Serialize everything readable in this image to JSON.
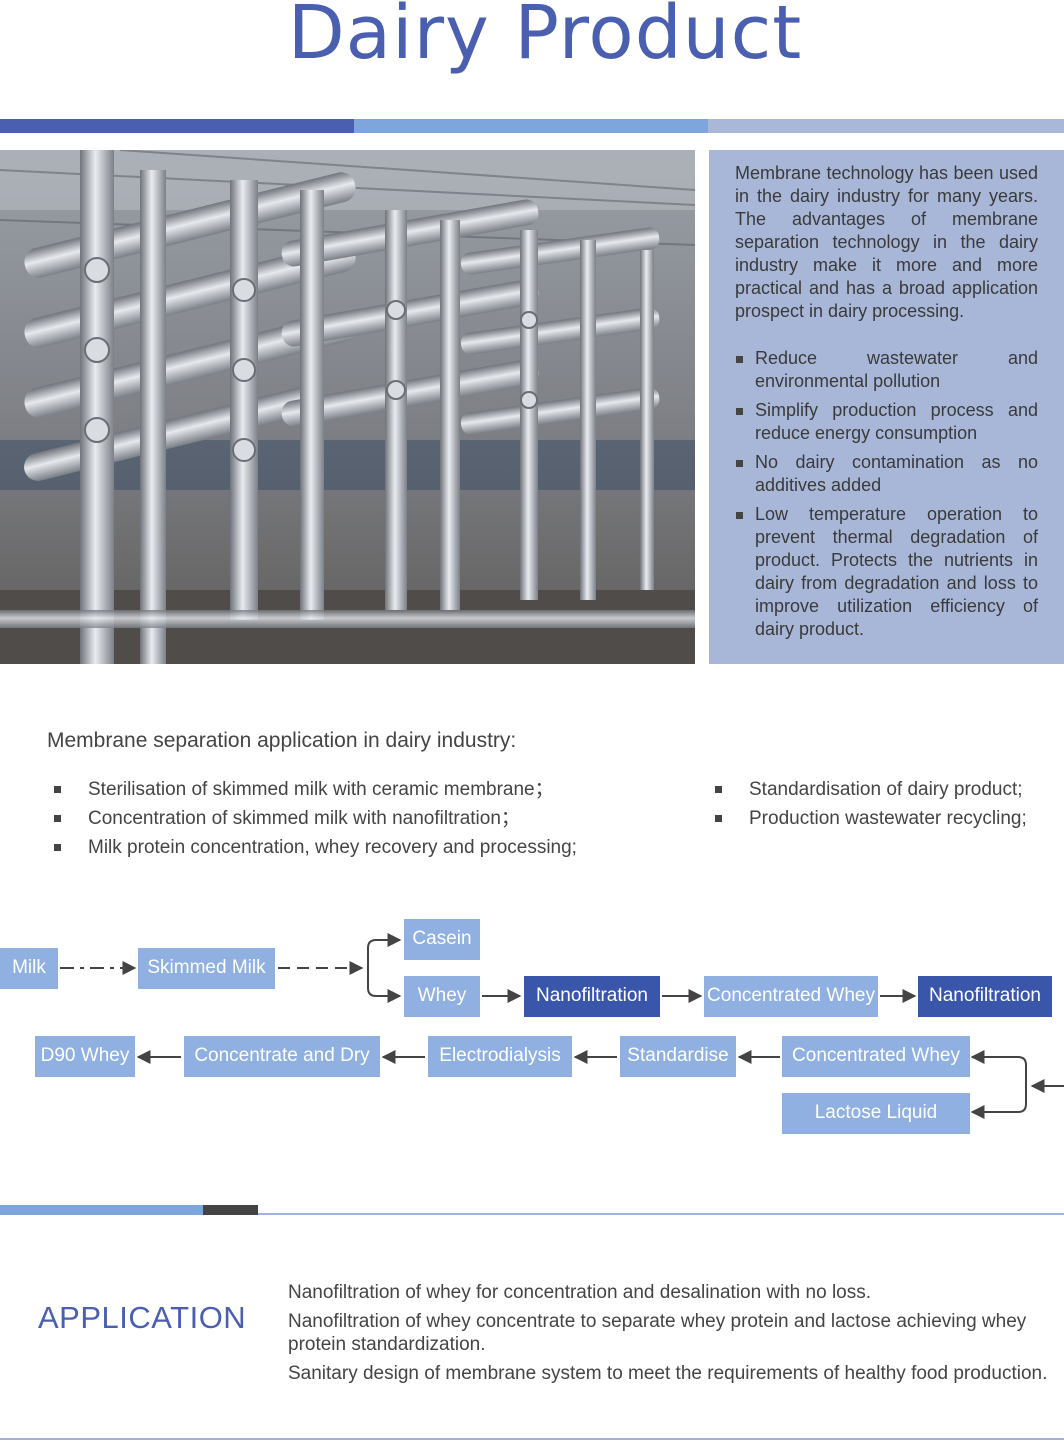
{
  "title": "Dairy Product",
  "colors": {
    "title_blue": "#4a5fb0",
    "bar_dark": "#4a5fb0",
    "bar_mid": "#7fa6dc",
    "bar_light": "#a9b8d8",
    "info_box_bg": "#a8b7d8",
    "flow_box": "#8fb0e0",
    "flow_box_dark": "#3a56aa",
    "divider_dark": "#444444"
  },
  "photo": {
    "icon": "membrane-equipment-photo"
  },
  "info": {
    "intro": "Membrane technology has been used in the dairy industry for many years. The advantages of membrane separation technology in the dairy industry make it more and more practical and has a broad application prospect in dairy processing.",
    "bullets": [
      "Reduce wastewater and environmental pollution",
      "Simplify production process and reduce energy consumption",
      "No dairy contamination as no additives added",
      "Low temperature operation to prevent thermal degradation of product. Protects the nutrients in dairy from degradation and loss to improve utilization efficiency of dairy product."
    ]
  },
  "applications": {
    "heading": "Membrane separation application in dairy industry:",
    "left": [
      "Sterilisation of skimmed milk with ceramic membrane；",
      "Concentration of skimmed milk with nanofiltration；",
      "Milk protein concentration, whey recovery and processing;"
    ],
    "right": [
      "Standardisation of dairy product;",
      "Production wastewater recycling;"
    ]
  },
  "flow": {
    "milk": "Milk",
    "skimmed_milk": "Skimmed Milk",
    "casein": "Casein",
    "whey": "Whey",
    "nanofiltration_1": "Nanofiltration",
    "concentrated_whey_1": "Concentrated Whey",
    "nanofiltration_2": "Nanofiltration",
    "concentrated_whey_2": "Concentrated Whey",
    "lactose_liquid": "Lactose Liquid",
    "standardise": "Standardise",
    "electrodialysis": "Electrodialysis",
    "concentrate_dry": "Concentrate and Dry",
    "d90_whey": "D90 Whey"
  },
  "application": {
    "heading": "APPLICATION",
    "lines": [
      "Nanofiltration of whey for concentration and desalination with no loss.",
      "Nanofiltration of whey concentrate to separate whey protein and lactose achieving whey protein standardization.",
      "Sanitary design of membrane system to meet the requirements of healthy food production."
    ]
  }
}
